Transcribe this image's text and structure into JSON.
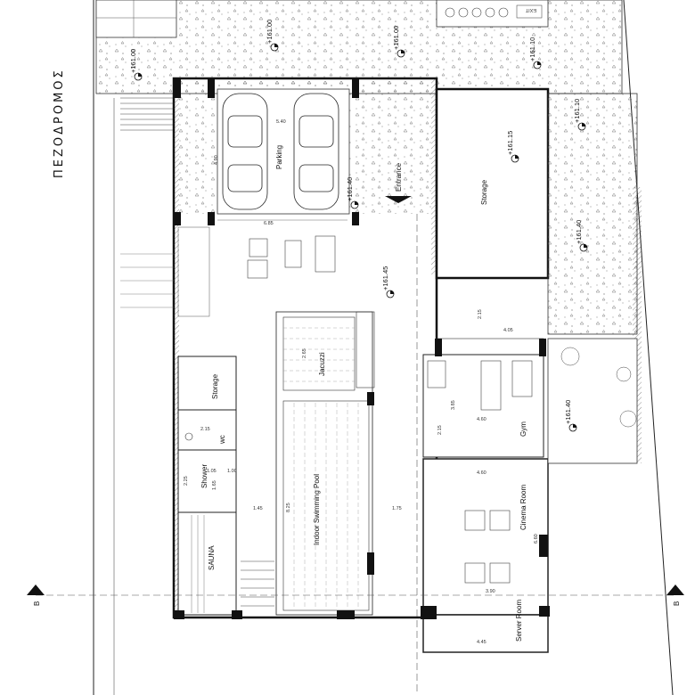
{
  "street_name": "ΠΕΖΟΔΡΟΜΟΣ",
  "rooms": {
    "parking": "Parking",
    "entrance": "Entrance",
    "storage_top": "Storage",
    "jacuzzi": "Jacuzzi",
    "storage_left": "Storage",
    "wc": "wc",
    "shower": "Shower",
    "pool": "Indoor Swimming Pool",
    "sauna": "SAUNA",
    "gym": "Gym",
    "cinema": "Cinema Room",
    "server": "Server Room"
  },
  "elevations": {
    "e1": "+161.00",
    "e2": "+161.00",
    "e3": "+161.00",
    "e4": "+161.10",
    "e5": "+161.10",
    "e6": "+161.15",
    "e7": "+161.40",
    "e8": "+161.40",
    "e9": "+161.45",
    "e10": "+161.40"
  },
  "dimensions": {
    "d1": "6.85",
    "d2": "5.40",
    "d3": "4.90",
    "d4": "2.15",
    "d5": "4.05",
    "d6": "3.85",
    "d7": "4.60",
    "d8": "2.15",
    "d9": "4.60",
    "d10": "6.60",
    "d11": "3.90",
    "d12": "4.45",
    "d13": "1.75",
    "d14": "1.45",
    "d15": "8.25",
    "d16": "2.65",
    "d17": "1.00",
    "d18": "2.25",
    "d19": "1.65",
    "d20": "2.15",
    "d21": "1.05"
  },
  "section_marks": {
    "left": "B",
    "right": "B"
  },
  "sign": "EXIT"
}
